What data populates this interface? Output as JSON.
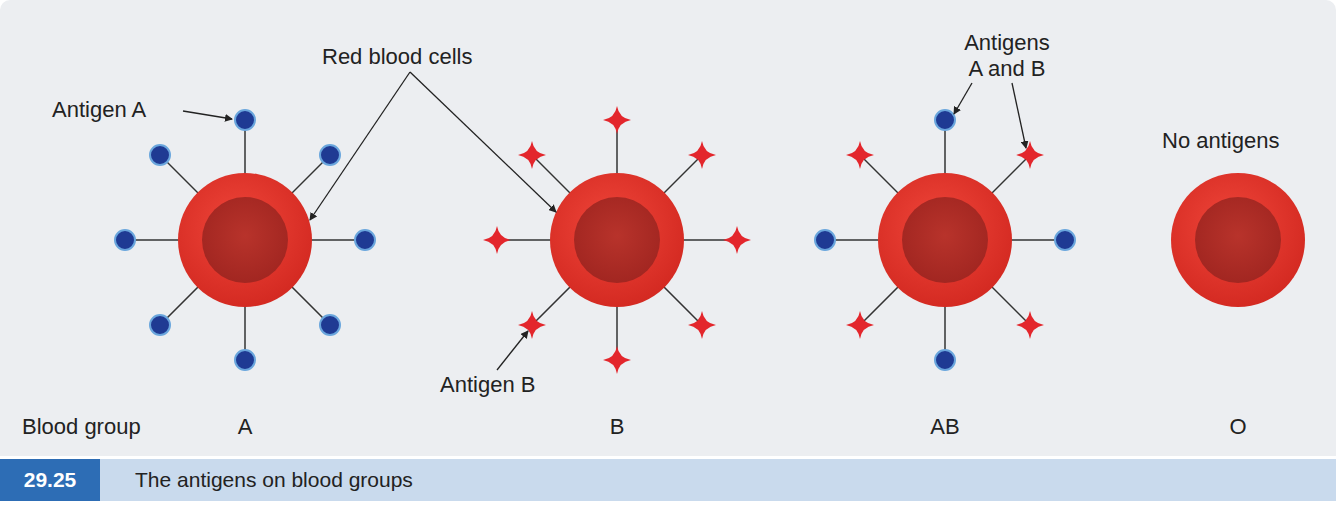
{
  "diagram": {
    "caption": "The antigens on blood groups",
    "nodes": [
      {
        "text": [
          "29.25"
        ]
      }
    ],
    "labels": [
      "Red blood cells",
      "Antigen A",
      "Antigens A and B",
      "No antigens",
      "Antigen B",
      "Blood group",
      "A",
      "B",
      "AB",
      "O"
    ]
  }
}
